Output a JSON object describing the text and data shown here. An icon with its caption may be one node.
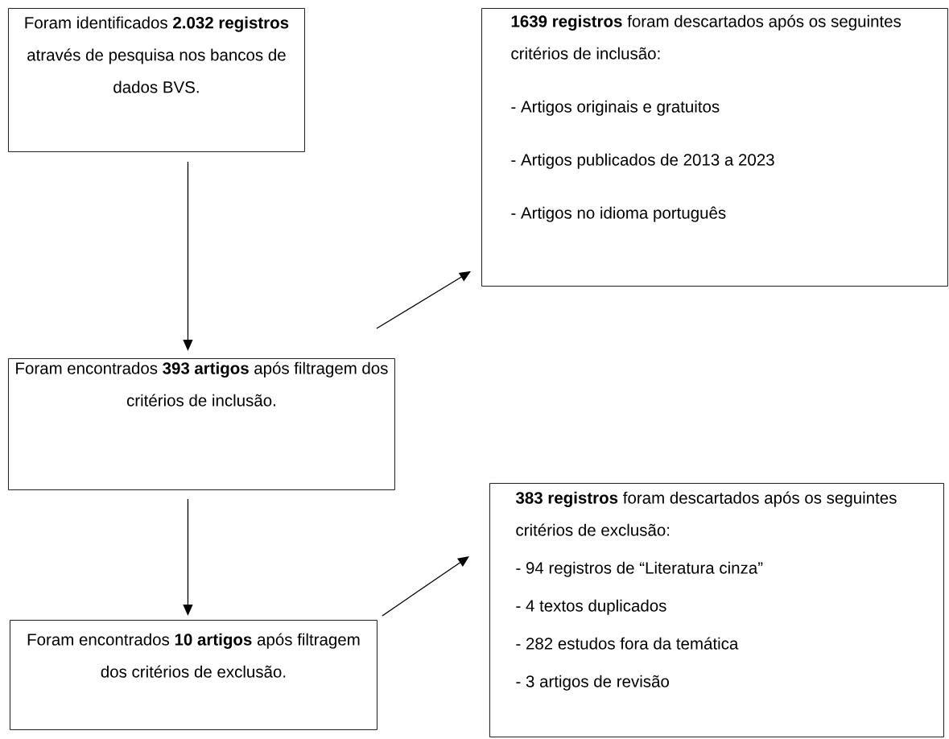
{
  "diagram": {
    "nodes": [
      {
        "text": [
          "Foram identificados **2.032 registros** através de pesquisa nos bancos de dados BVS."
        ]
      },
      {
        "text": [
          "**1639 registros** foram descartados após os seguintes critérios de inclusão:",
          "- Artigos originais e gratuitos",
          "- Artigos publicados de 2013 a 2023",
          "- Artigos no idioma português"
        ]
      },
      {
        "text": [
          "Foram encontrados **393 artigos** após filtragem dos critérios de inclusão."
        ]
      },
      {
        "text": [
          "**383 registros** foram descartados após os seguintes critérios de exclusão:",
          "-  94 registros de “Literatura cinza”",
          "- 4 textos duplicados",
          "- 282 estudos fora da temática",
          "- 3 artigos de revisão"
        ]
      },
      {
        "text": [
          "Foram encontrados **10 artigos** após filtragem dos critérios de exclusão."
        ]
      }
    ],
    "edges": [
      {
        "from": 0,
        "to": 2,
        "arrow": "to"
      },
      {
        "from": 2,
        "to": 1,
        "arrow": "to"
      },
      {
        "from": 2,
        "to": 4,
        "arrow": "to"
      },
      {
        "from": 4,
        "to": 3,
        "arrow": "to"
      }
    ]
  }
}
